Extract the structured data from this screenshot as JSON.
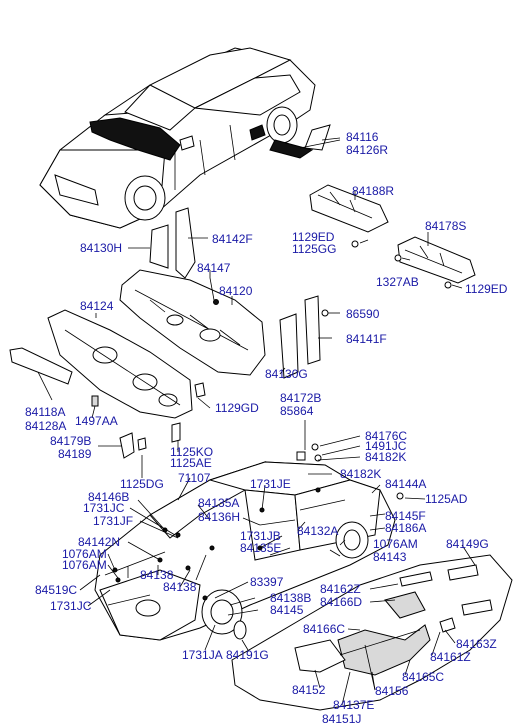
{
  "diagram": {
    "callouts": [
      {
        "id": "c-84116",
        "text": "84116"
      },
      {
        "id": "c-84126R",
        "text": "84126R"
      },
      {
        "id": "c-84188R",
        "text": "84188R"
      },
      {
        "id": "c-84178S",
        "text": "84178S"
      },
      {
        "id": "c-1129ED-a",
        "text": "1129ED"
      },
      {
        "id": "c-1125GG",
        "text": "1125GG"
      },
      {
        "id": "c-1327AB",
        "text": "1327AB"
      },
      {
        "id": "c-1129ED-b",
        "text": "1129ED"
      },
      {
        "id": "c-84130H",
        "text": "84130H"
      },
      {
        "id": "c-84142F",
        "text": "84142F"
      },
      {
        "id": "c-84147",
        "text": "84147"
      },
      {
        "id": "c-84120",
        "text": "84120"
      },
      {
        "id": "c-84124",
        "text": "84124"
      },
      {
        "id": "c-86590",
        "text": "86590"
      },
      {
        "id": "c-84141F",
        "text": "84141F"
      },
      {
        "id": "c-84130G",
        "text": "84130G"
      },
      {
        "id": "c-84118A",
        "text": "84118A"
      },
      {
        "id": "c-84128A",
        "text": "84128A"
      },
      {
        "id": "c-1497AA",
        "text": "1497AA"
      },
      {
        "id": "c-1129GD",
        "text": "1129GD"
      },
      {
        "id": "c-84172B",
        "text": "84172B"
      },
      {
        "id": "c-85864",
        "text": "85864"
      },
      {
        "id": "c-84176C",
        "text": "84176C"
      },
      {
        "id": "c-1491JC",
        "text": "1491JC"
      },
      {
        "id": "c-84182K-a",
        "text": "84182K"
      },
      {
        "id": "c-84179B",
        "text": "84179B"
      },
      {
        "id": "c-84189",
        "text": "84189"
      },
      {
        "id": "c-1125KO",
        "text": "1125KO"
      },
      {
        "id": "c-1125AE",
        "text": "1125AE"
      },
      {
        "id": "c-84182K-b",
        "text": "84182K"
      },
      {
        "id": "c-71107",
        "text": "71107"
      },
      {
        "id": "c-1125DG",
        "text": "1125DG"
      },
      {
        "id": "c-1731JE",
        "text": "1731JE"
      },
      {
        "id": "c-84144A",
        "text": "84144A"
      },
      {
        "id": "c-1125AD",
        "text": "1125AD"
      },
      {
        "id": "c-84146B",
        "text": "84146B"
      },
      {
        "id": "c-84135A",
        "text": "84135A"
      },
      {
        "id": "c-1731JC-a",
        "text": "1731JC"
      },
      {
        "id": "c-84136H",
        "text": "84136H"
      },
      {
        "id": "c-84145F",
        "text": "84145F"
      },
      {
        "id": "c-1731JF",
        "text": "1731JF"
      },
      {
        "id": "c-84186A",
        "text": "84186A"
      },
      {
        "id": "c-84132A",
        "text": "84132A"
      },
      {
        "id": "c-1731JB",
        "text": "1731JB"
      },
      {
        "id": "c-84142N",
        "text": "84142N"
      },
      {
        "id": "c-1076AM-a",
        "text": "1076AM"
      },
      {
        "id": "c-84149G",
        "text": "84149G"
      },
      {
        "id": "c-84135E",
        "text": "84135E"
      },
      {
        "id": "c-1076AM-b",
        "text": "1076AM"
      },
      {
        "id": "c-1076AM-c",
        "text": "1076AM"
      },
      {
        "id": "c-84143",
        "text": "84143"
      },
      {
        "id": "c-84138-a",
        "text": "84138"
      },
      {
        "id": "c-84519C",
        "text": "84519C"
      },
      {
        "id": "c-83397",
        "text": "83397"
      },
      {
        "id": "c-84162Z",
        "text": "84162Z"
      },
      {
        "id": "c-84138-b",
        "text": "84138"
      },
      {
        "id": "c-84166D",
        "text": "84166D"
      },
      {
        "id": "c-84138B",
        "text": "84138B"
      },
      {
        "id": "c-1731JC-b",
        "text": "1731JC"
      },
      {
        "id": "c-84145",
        "text": "84145"
      },
      {
        "id": "c-84166C",
        "text": "84166C"
      },
      {
        "id": "c-84163Z",
        "text": "84163Z"
      },
      {
        "id": "c-1731JA",
        "text": "1731JA"
      },
      {
        "id": "c-84191G",
        "text": "84191G"
      },
      {
        "id": "c-84161Z",
        "text": "84161Z"
      },
      {
        "id": "c-84165C",
        "text": "84165C"
      },
      {
        "id": "c-84152",
        "text": "84152"
      },
      {
        "id": "c-84156",
        "text": "84156"
      },
      {
        "id": "c-84137E",
        "text": "84137E"
      },
      {
        "id": "c-84151J",
        "text": "84151J"
      }
    ]
  }
}
